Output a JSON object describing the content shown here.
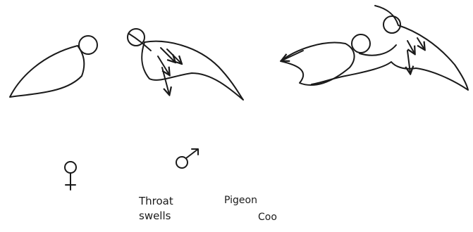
{
  "labels": {
    "throat": "Throat",
    "swells": "swells",
    "pigeon": "Pigeon",
    "coo": "Coo"
  },
  "symbols": {
    "female": "female-symbol",
    "male": "male-symbol"
  },
  "colors": {
    "ink": "#1a1a1a",
    "background": "#ffffff"
  }
}
